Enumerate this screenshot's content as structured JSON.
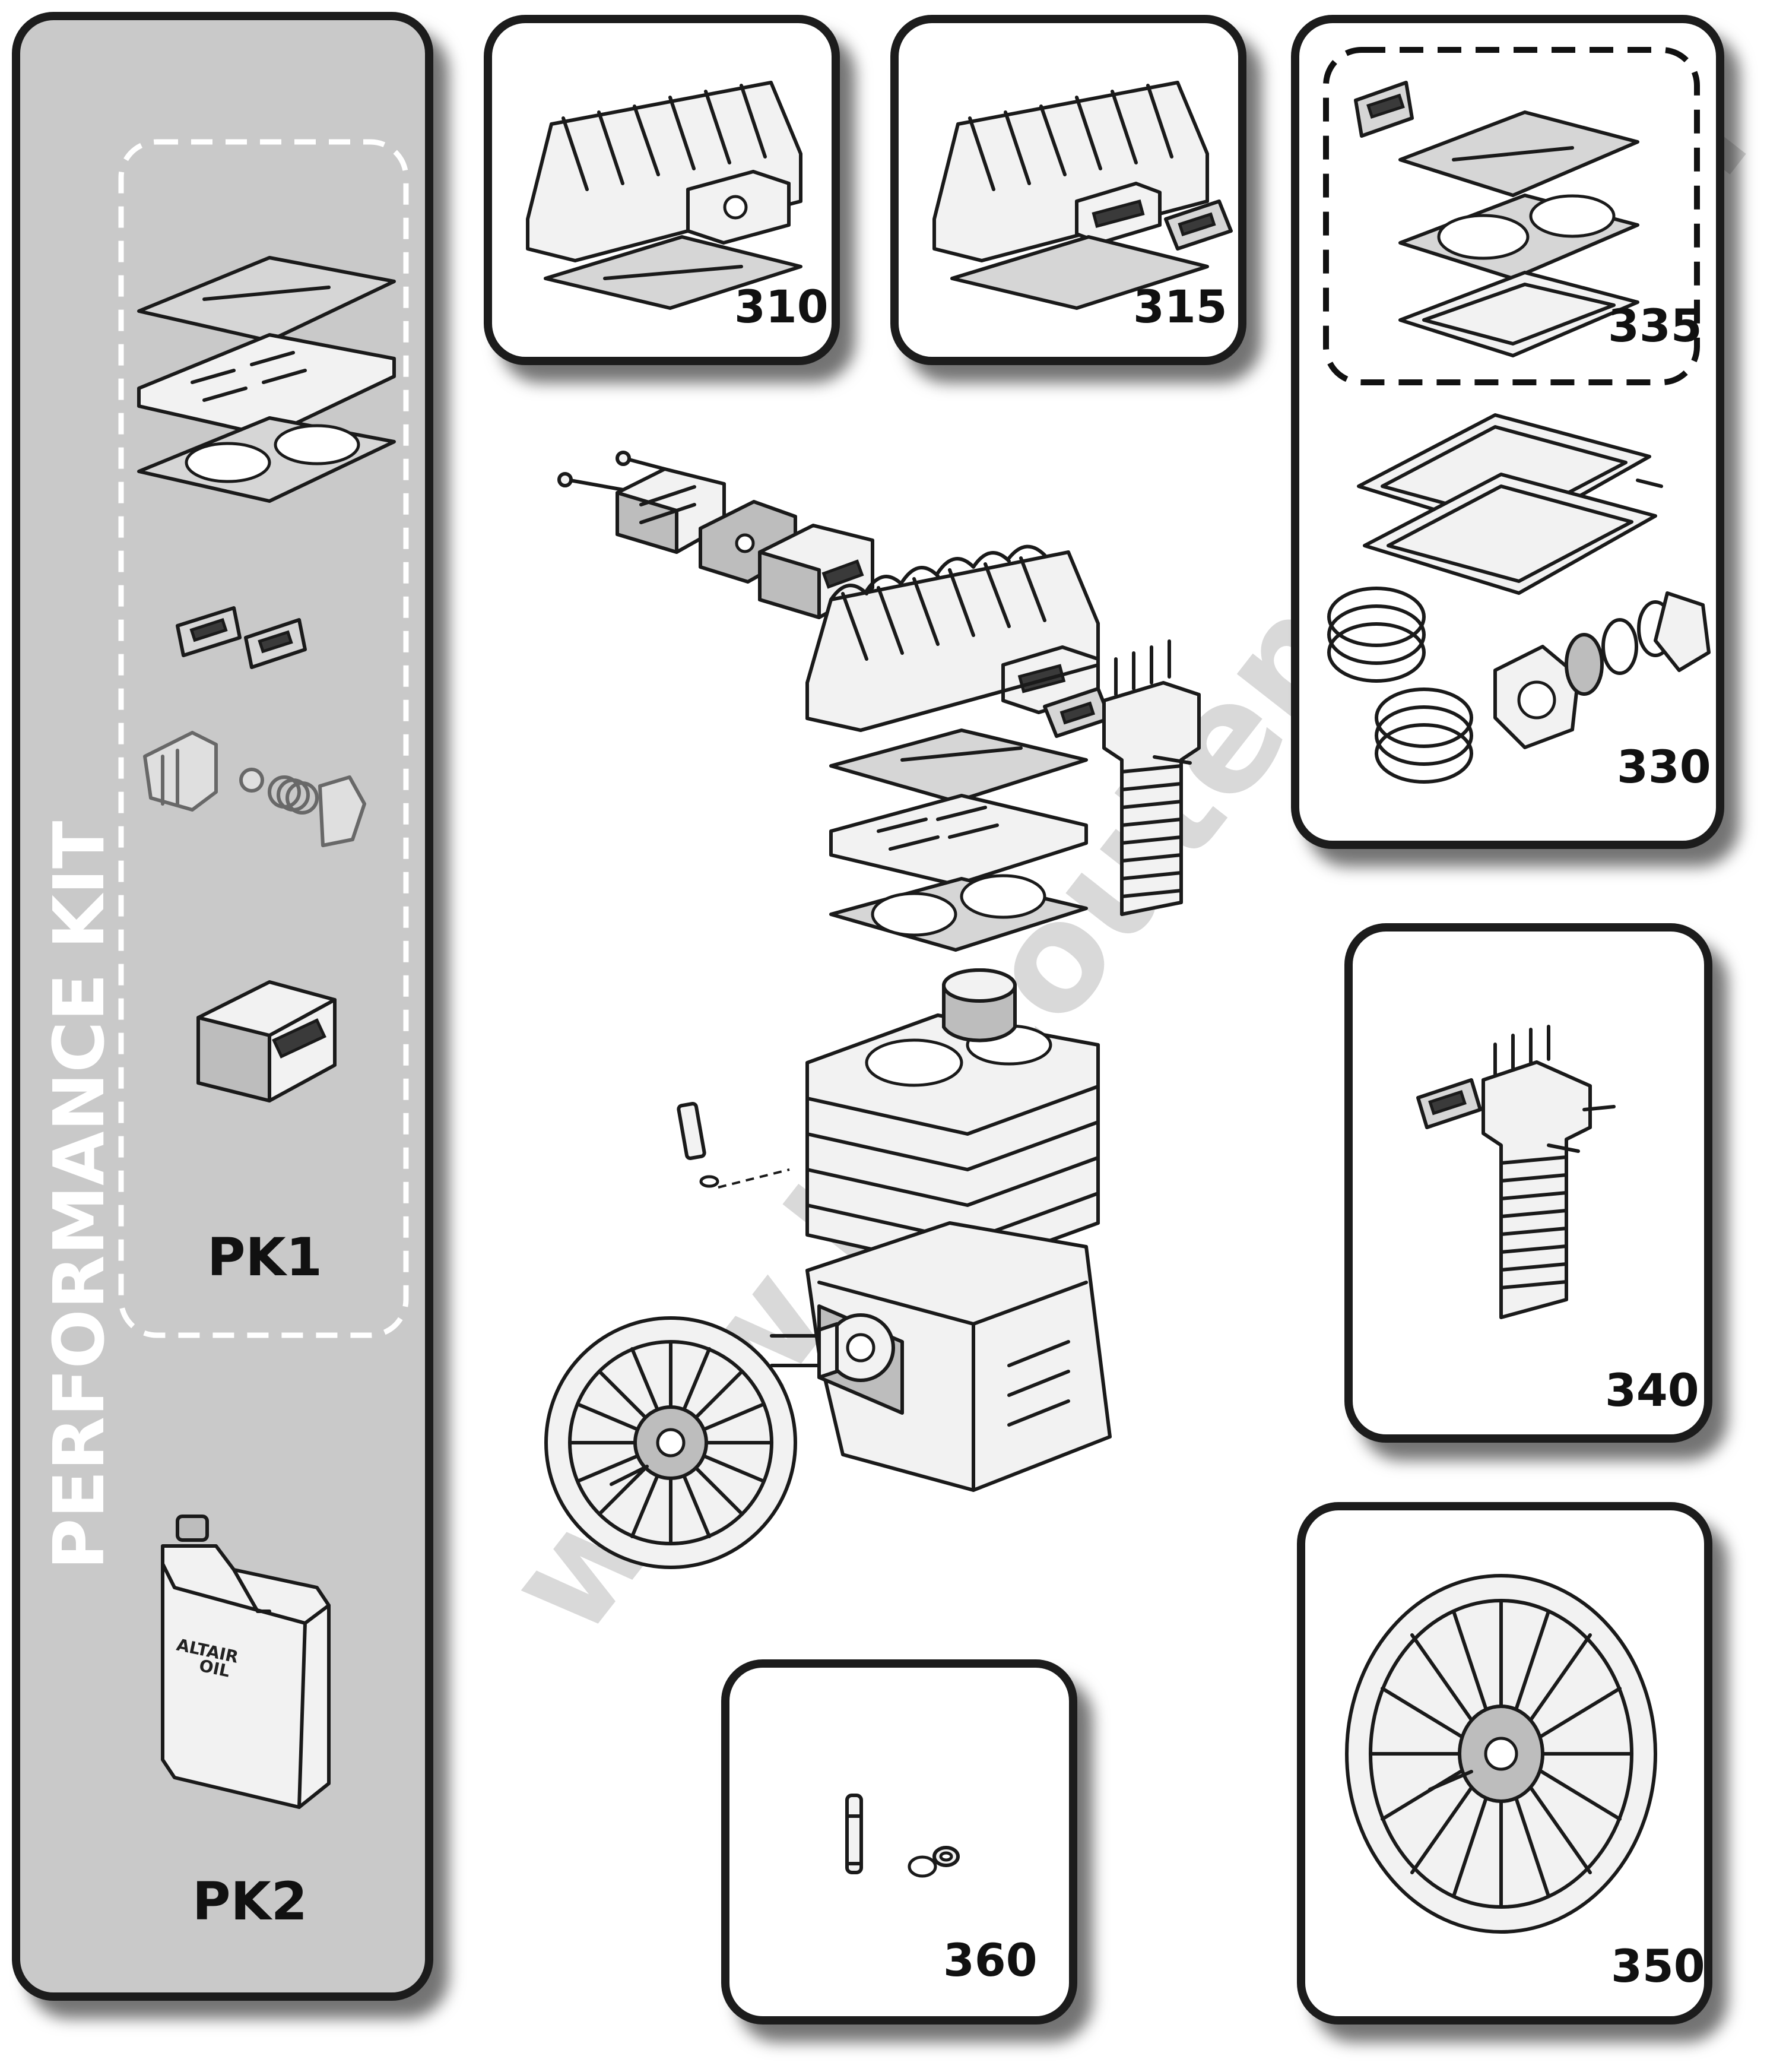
{
  "performance_kit": {
    "title": "PERFORMANCE KIT",
    "kit1_code": "PK1",
    "kit2_code": "PK2",
    "oil_label_line1": "ALTAIR",
    "oil_label_line2": "OIL"
  },
  "parts": {
    "p310": "310",
    "p315": "315",
    "p335": "335",
    "p330": "330",
    "p340": "340",
    "p350": "350",
    "p360": "360"
  },
  "watermark": "www.bricoutensili.com"
}
